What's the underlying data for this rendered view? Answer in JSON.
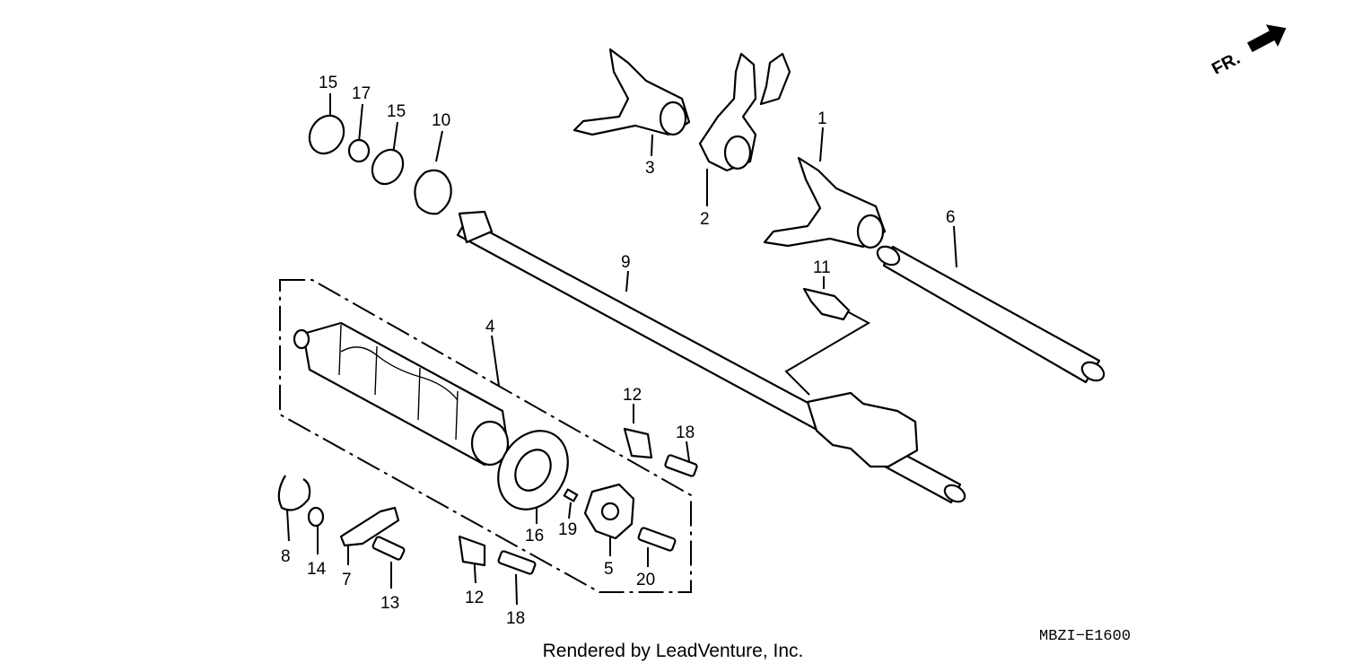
{
  "direction_label": "FR.",
  "diagram_code": "MBZI−E1600",
  "credit": "Rendered by LeadVenture, Inc.",
  "callouts": [
    "15",
    "17",
    "15",
    "10",
    "3",
    "2",
    "1",
    "6",
    "9",
    "11",
    "4",
    "12",
    "18",
    "8",
    "14",
    "7",
    "13",
    "12",
    "18",
    "16",
    "19",
    "5",
    "20"
  ]
}
